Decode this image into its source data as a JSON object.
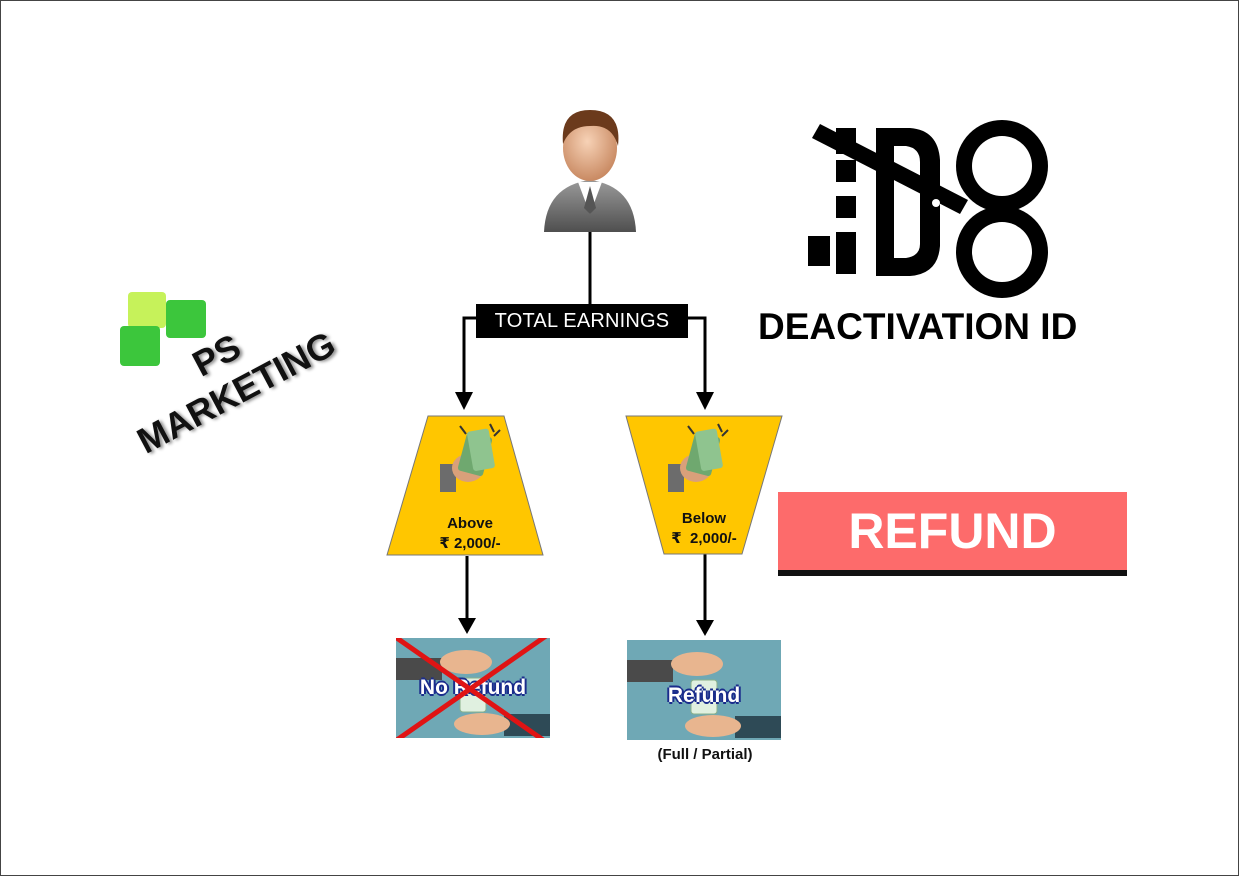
{
  "brand": {
    "line1": "PS",
    "line2": "MARKETING"
  },
  "header": {
    "deactivation_title": "DEACTIVATION ID"
  },
  "flow": {
    "root_label": "TOTAL EARNINGS",
    "left": {
      "line1": "Above",
      "line2": "₹ 2,000/-",
      "outcome": "No Refund"
    },
    "right": {
      "line1": "Below",
      "line2": "₹  2,000/-",
      "outcome": "Refund",
      "caption": "(Full / Partial)"
    }
  },
  "badge": {
    "label": "REFUND"
  },
  "icons": [
    "user-avatar-icon",
    "id-scissors-icon",
    "money-hand-icon",
    "hand-over-money-icon",
    "ps-logo-icon"
  ],
  "colors": {
    "trapezoid": "#ffc600",
    "refund_badge": "#fd6b6b",
    "card_bg": "#6fa8b5",
    "cross": "#e01414",
    "logo_green": "#3cc63c",
    "logo_lime": "#c6f25a"
  }
}
